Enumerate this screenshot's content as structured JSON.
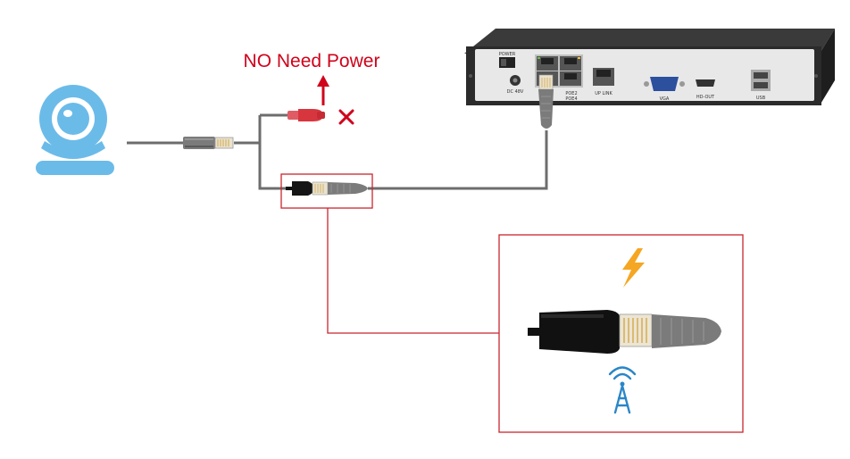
{
  "no_power_label": "NO Need Power",
  "nvr": {
    "port_labels": {
      "power": "POWER",
      "dc": "DC 48V",
      "poe": "POE2\nPOE4",
      "uplink": "UP LINK",
      "vga": "VGA",
      "hdmi": "HD-OUT",
      "usb": "USB"
    }
  },
  "icons": [
    "camera-icon",
    "arrow-up-icon",
    "cross-icon",
    "lightning-icon",
    "signal-tower-icon"
  ],
  "colors": {
    "accent_red": "#d0021b",
    "frame_red": "#c8262e",
    "camera_blue": "#6bbbe9",
    "lightning_orange": "#f5a623",
    "signal_blue": "#2a86c8",
    "cable_gray": "#6d6d6d",
    "nvr_body": "#2b2b2b",
    "nvr_panel": "#e8e8e8"
  }
}
